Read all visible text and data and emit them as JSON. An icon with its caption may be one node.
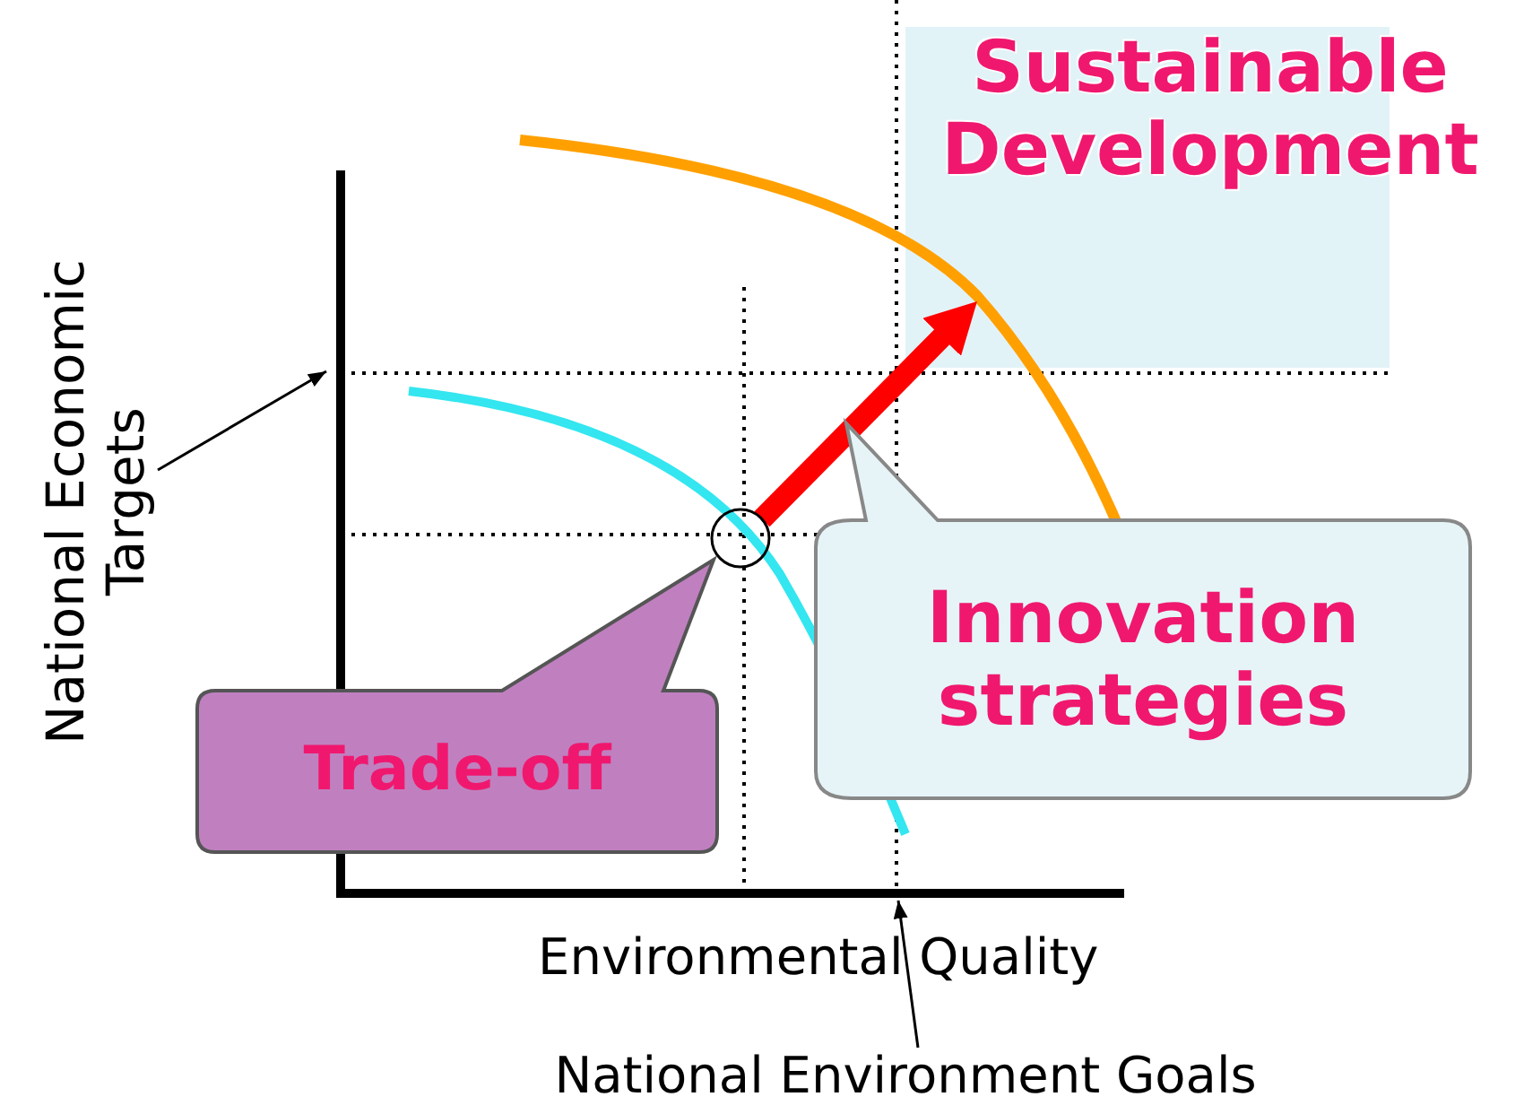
{
  "diagram": {
    "nodes": [
      {
        "text": [
          "National Economic Targets"
        ]
      },
      {
        "text": [
          "National Environment Goals"
        ]
      },
      {
        "text": [
          "Sustainable Development"
        ]
      },
      {
        "text": [
          "Trade-off"
        ]
      },
      {
        "text": [
          "Innovation strategies"
        ]
      },
      {
        "text": [],
        "shape": "circle"
      }
    ],
    "edges": [
      {
        "from": 0,
        "to": null,
        "arrow": "to"
      },
      {
        "from": 1,
        "to": null,
        "arrow": "to"
      },
      {
        "from": 5,
        "to": 2,
        "arrow": "to",
        "style": "thick",
        "color": "#ff0000"
      }
    ],
    "labels": [
      "Environmental Quality"
    ]
  }
}
